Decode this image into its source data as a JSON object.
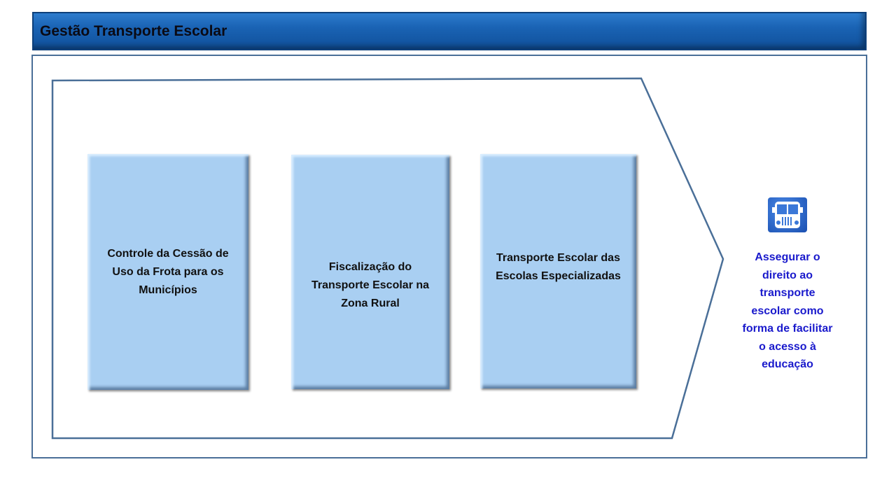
{
  "header": {
    "title": "Gestão Transporte Escolar"
  },
  "boxes": [
    {
      "label": "Controle da Cessão de Uso da Frota para os Municípios"
    },
    {
      "label": "Fiscalização do Transporte Escolar na Zona Rural"
    },
    {
      "label": "Transporte Escolar das Escolas Especializadas"
    }
  ],
  "goal": {
    "text": "Assegurar o direito ao transporte escolar como forma de facilitar o acesso à educação",
    "icon": "bus-icon"
  },
  "colors": {
    "header": "#1a63b4",
    "box": "#a9cff2",
    "goal_text": "#1a1acc",
    "outline": "#4a6f98"
  }
}
